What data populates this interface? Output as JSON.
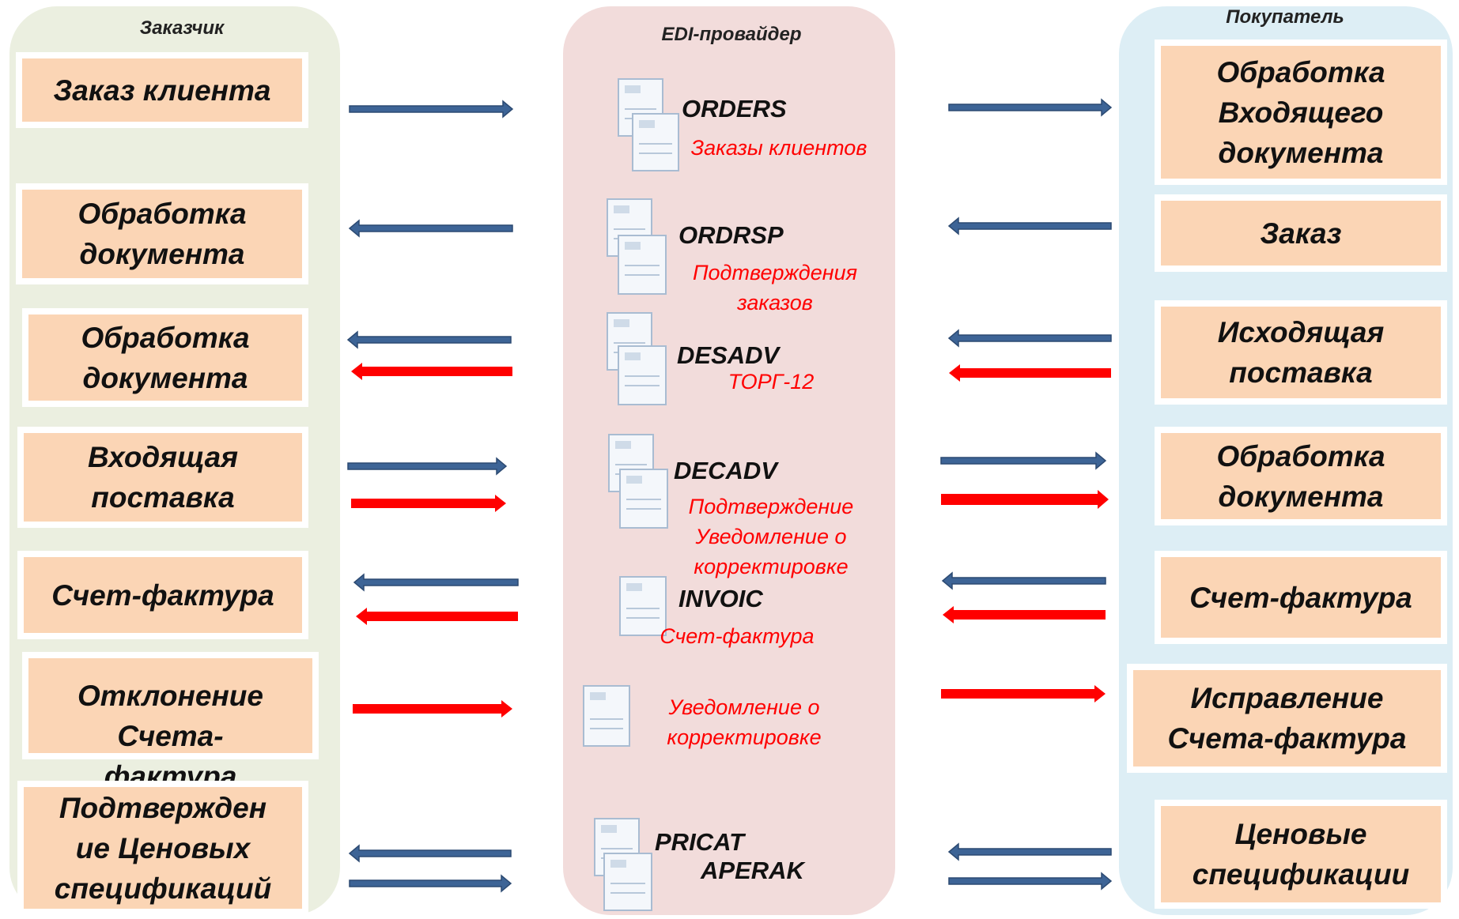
{
  "columns": {
    "left": "Заказчик",
    "middle": "EDI-провайдер",
    "right": "Покупатель"
  },
  "left_boxes": [
    {
      "lines": [
        "Заказ клиента"
      ]
    },
    {
      "lines": [
        "Обработка",
        "документа"
      ]
    },
    {
      "lines": [
        "Обработка",
        "документа"
      ]
    },
    {
      "lines": [
        "Входящая",
        "поставка"
      ]
    },
    {
      "lines": [
        "Счет-фактура"
      ]
    },
    {
      "lines": [
        "Отклонение",
        "Счета-",
        "фактура"
      ]
    },
    {
      "lines": [
        "Подтвержден",
        "ие Ценовых",
        "спецификаций"
      ]
    }
  ],
  "right_boxes": [
    {
      "lines": [
        "Обработка",
        "Входящего",
        "документа"
      ]
    },
    {
      "lines": [
        "Заказ"
      ]
    },
    {
      "lines": [
        "Исходящая",
        "поставка"
      ]
    },
    {
      "lines": [
        "Обработка",
        "документа"
      ]
    },
    {
      "lines": [
        "Счет-фактура"
      ]
    },
    {
      "lines": [
        "Исправление",
        "Счета-фактура"
      ]
    },
    {
      "lines": [
        "Ценовые",
        "спецификации"
      ]
    }
  ],
  "documents": [
    {
      "name": "ORDERS",
      "desc": [
        "Заказы клиентов"
      ]
    },
    {
      "name": "ORDRSP",
      "desc": [
        "Подтверждения",
        "заказов"
      ]
    },
    {
      "name": "DESADV",
      "desc": [
        "ТОРГ-12"
      ]
    },
    {
      "name": "DECADV",
      "desc": [
        "Подтверждение",
        "Уведомление о",
        "корректировке"
      ]
    },
    {
      "name": "INVOIC",
      "desc": [
        "Счет-фактура"
      ]
    },
    {
      "name": "",
      "desc": [
        "Уведомление о",
        "корректировке"
      ]
    },
    {
      "name": "PRICAT",
      "name2": "APERAK",
      "desc": []
    }
  ],
  "colors": {
    "left_column_bg": "#ebefe0",
    "middle_column_bg": "#f2dcdb",
    "right_column_bg": "#ddeef5",
    "box_fill": "#fbd5b5",
    "blue_arrow": "#3d6496",
    "red_arrow": "#ff0000",
    "doc_desc_text": "#ff0000"
  },
  "arrows": [
    {
      "side": "left",
      "direction": "right",
      "color": "blue"
    },
    {
      "side": "right",
      "direction": "right",
      "color": "blue"
    },
    {
      "side": "left",
      "direction": "left",
      "color": "blue"
    },
    {
      "side": "right",
      "direction": "left",
      "color": "blue"
    },
    {
      "side": "left",
      "direction": "left",
      "color": "blue"
    },
    {
      "side": "left",
      "direction": "left",
      "color": "red"
    },
    {
      "side": "right",
      "direction": "left",
      "color": "blue"
    },
    {
      "side": "right",
      "direction": "left",
      "color": "red"
    },
    {
      "side": "left",
      "direction": "right",
      "color": "blue"
    },
    {
      "side": "left",
      "direction": "right",
      "color": "red"
    },
    {
      "side": "right",
      "direction": "right",
      "color": "blue"
    },
    {
      "side": "right",
      "direction": "right",
      "color": "red"
    },
    {
      "side": "left",
      "direction": "left",
      "color": "blue"
    },
    {
      "side": "left",
      "direction": "left",
      "color": "red"
    },
    {
      "side": "right",
      "direction": "left",
      "color": "blue"
    },
    {
      "side": "right",
      "direction": "left",
      "color": "red"
    },
    {
      "side": "left",
      "direction": "right",
      "color": "red"
    },
    {
      "side": "right",
      "direction": "right",
      "color": "red"
    },
    {
      "side": "left",
      "direction": "left",
      "color": "blue"
    },
    {
      "side": "left",
      "direction": "right",
      "color": "blue"
    },
    {
      "side": "right",
      "direction": "left",
      "color": "blue"
    },
    {
      "side": "right",
      "direction": "right",
      "color": "blue"
    }
  ]
}
